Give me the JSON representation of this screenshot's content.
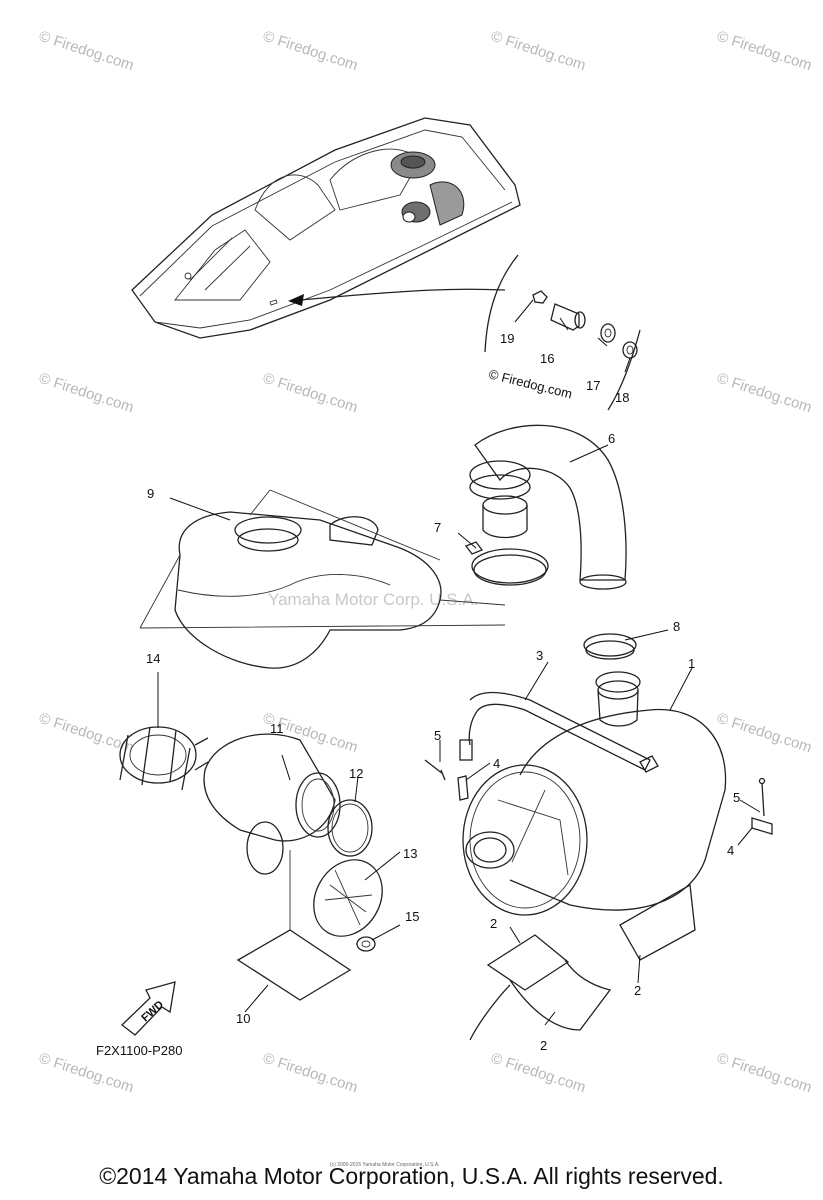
{
  "watermark": "© Firedog.com",
  "firedog_badge": "© Firedog.com",
  "center_watermark": "Yamaha Motor Corp. U.S.A.",
  "part_code": "F2X1100-P280",
  "fwd_label": "FWD",
  "tiny_copyright": "(c) 2005-2015 Yamaha Motor Corporation, U.S.A.",
  "footer": "©2014 Yamaha Motor Corporation, U.S.A. All rights reserved.",
  "callouts": {
    "c1": "1",
    "c2a": "2",
    "c2b": "2",
    "c2c": "2",
    "c3": "3",
    "c4a": "4",
    "c4b": "4",
    "c5a": "5",
    "c5b": "5",
    "c6": "6",
    "c7": "7",
    "c8": "8",
    "c9": "9",
    "c10": "10",
    "c11": "11",
    "c12": "12",
    "c13": "13",
    "c14": "14",
    "c15": "15",
    "c16": "16",
    "c17": "17",
    "c18": "18",
    "c19": "19"
  }
}
